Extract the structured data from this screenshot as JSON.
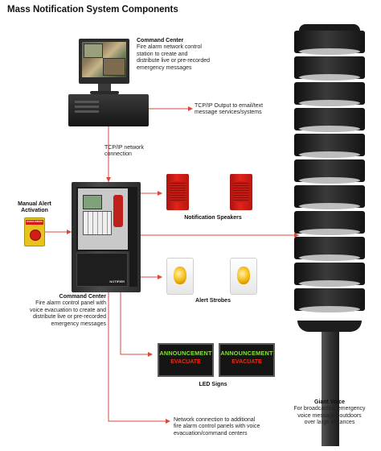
{
  "title": "Mass Notification System Components",
  "accent_color": "#d9483b",
  "command_center_top": {
    "title": "Command Center",
    "desc": [
      "Fire alarm network control",
      "station to create and",
      "distribute live or pre-recorded",
      "emergency messages"
    ]
  },
  "tcpip_output": [
    "TCP/IP Output to email/text",
    "message services/systems"
  ],
  "tcpip_network": [
    "TCP/IP network",
    "connection"
  ],
  "manual_alert": {
    "title": [
      "Manual Alert",
      "Activation"
    ],
    "device_label": "EVACUATION"
  },
  "command_center_panel": {
    "title": "Command Center",
    "desc": [
      "Fire alarm control panel with",
      "voice evacuation to create and",
      "distribute live or pre-recorded",
      "emergency messages"
    ],
    "brand": "NOTIFIER"
  },
  "notification_speakers": "Notification Speakers",
  "alert_strobes": "Alert Strobes",
  "led_signs": {
    "title": "LED Signs",
    "line1": "ANNOUNCEMENT",
    "line2": "EVACUATE"
  },
  "giant_voice": {
    "title": "Giant Voice",
    "desc": [
      "For broadcasting emergency",
      "voice messages outdoors",
      "over large distances"
    ]
  },
  "network_connection": [
    "Network connection to additional",
    "fire alarm control panels with voice",
    "evacuation/command centers"
  ]
}
